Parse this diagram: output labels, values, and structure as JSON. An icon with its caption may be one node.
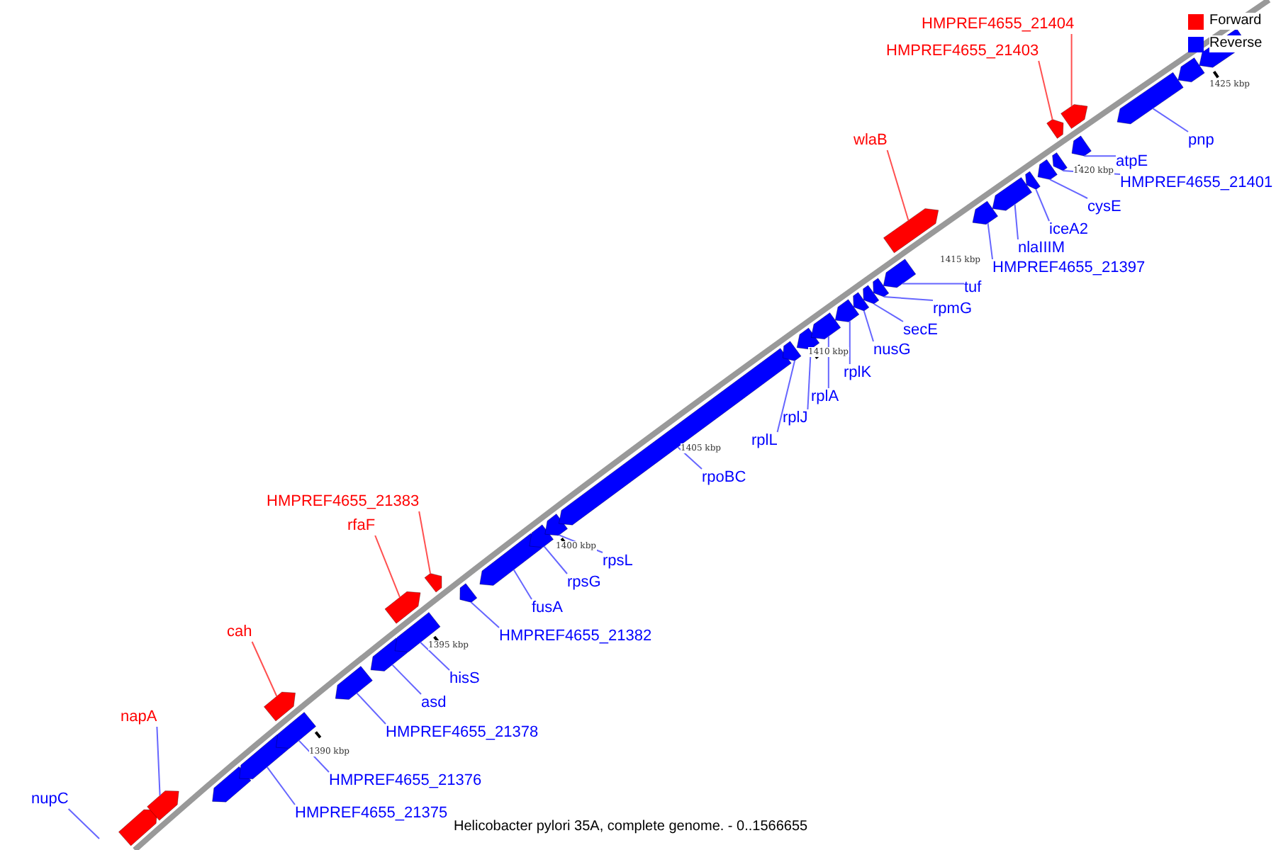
{
  "diagram": {
    "caption": "Helicobacter pylori 35A, complete genome. - 0..1566655",
    "nodes": [
      {
        "text": [
          "HMPREF4655_21404"
        ]
      },
      {
        "text": [
          "HMPREF4655_21403"
        ]
      },
      {
        "text": [
          "wlaB"
        ]
      },
      {
        "text": [
          "pnp"
        ]
      },
      {
        "text": [
          "atpE"
        ]
      },
      {
        "text": [
          "HMPREF4655_21401"
        ]
      },
      {
        "text": [
          "cysE"
        ]
      },
      {
        "text": [
          "iceA2"
        ]
      },
      {
        "text": [
          "nlaIIIM"
        ]
      },
      {
        "text": [
          "HMPREF4655_21397"
        ]
      },
      {
        "text": [
          "tuf"
        ]
      },
      {
        "text": [
          "rpmG"
        ]
      },
      {
        "text": [
          "secE"
        ]
      },
      {
        "text": [
          "nusG"
        ]
      },
      {
        "text": [
          "rplK"
        ]
      },
      {
        "text": [
          "rplA"
        ]
      },
      {
        "text": [
          "rplJ"
        ]
      },
      {
        "text": [
          "rplL"
        ]
      },
      {
        "text": [
          "rpoBC"
        ]
      },
      {
        "text": [
          "HMPREF4655_21383"
        ]
      },
      {
        "text": [
          "rfaF"
        ]
      },
      {
        "text": [
          "rpsL"
        ]
      },
      {
        "text": [
          "rpsG"
        ]
      },
      {
        "text": [
          "fusA"
        ]
      },
      {
        "text": [
          "HMPREF4655_21382"
        ]
      },
      {
        "text": [
          "cah"
        ]
      },
      {
        "text": [
          "hisS"
        ]
      },
      {
        "text": [
          "asd"
        ]
      },
      {
        "text": [
          "HMPREF4655_21378"
        ]
      },
      {
        "text": [
          "napA"
        ]
      },
      {
        "text": [
          "HMPREF4655_21376"
        ]
      },
      {
        "text": [
          "nupC"
        ]
      },
      {
        "text": [
          "HMPREF4655_21375"
        ]
      },
      {
        "text": [],
        "shape": "arrow"
      },
      {
        "text": [],
        "shape": "arrow"
      },
      {
        "text": [],
        "shape": "arrow"
      },
      {
        "text": [],
        "shape": "arrow"
      },
      {
        "text": [],
        "shape": "arrow"
      },
      {
        "text": [],
        "shape": "arrow"
      },
      {
        "text": [],
        "shape": "arrow"
      },
      {
        "text": [],
        "shape": "arrow"
      },
      {
        "text": [],
        "shape": "arrow"
      },
      {
        "text": [],
        "shape": "arrow"
      },
      {
        "text": [],
        "shape": "arrow"
      },
      {
        "text": [],
        "shape": "arrow"
      },
      {
        "text": [],
        "shape": "arrow"
      },
      {
        "text": [],
        "shape": "arrow"
      },
      {
        "text": [],
        "shape": "arrow"
      },
      {
        "text": [],
        "shape": "arrow"
      },
      {
        "text": [],
        "shape": "arrow"
      },
      {
        "text": [],
        "shape": "arrow"
      },
      {
        "text": [],
        "shape": "arrow"
      },
      {
        "text": [],
        "shape": "arrow"
      },
      {
        "text": [],
        "shape": "arrow"
      },
      {
        "text": [],
        "shape": "arrow"
      },
      {
        "text": [],
        "shape": "arrow"
      },
      {
        "text": [],
        "shape": "arrow"
      },
      {
        "text": [],
        "shape": "arrow"
      },
      {
        "text": [],
        "shape": "arrow"
      },
      {
        "text": [],
        "shape": "arrow"
      },
      {
        "text": [],
        "shape": "arrow"
      },
      {
        "text": [],
        "shape": "arrow"
      },
      {
        "text": [],
        "shape": "arrow"
      },
      {
        "text": [],
        "shape": "arrow"
      },
      {
        "text": [],
        "shape": "arrow"
      },
      {
        "text": [],
        "shape": "arrow"
      },
      {
        "text": [],
        "shape": "arrow"
      },
      {
        "text": [],
        "shape": "arrow"
      },
      {
        "text": [],
        "shape": "arrow"
      }
    ],
    "edges": [
      {
        "from": 0,
        "to": 65,
        "arrow": "none",
        "color": "#ff5050"
      },
      {
        "from": 1,
        "to": 63,
        "arrow": "none",
        "color": "#ff5050"
      },
      {
        "from": 2,
        "to": 57,
        "arrow": "none",
        "color": "#ff5050"
      },
      {
        "from": 3,
        "to": 66,
        "arrow": "none"
      },
      {
        "from": 4,
        "to": 64,
        "arrow": "none"
      },
      {
        "from": 5,
        "to": 62,
        "arrow": "none"
      },
      {
        "from": 6,
        "to": 61,
        "arrow": "none"
      },
      {
        "from": 7,
        "to": 60,
        "arrow": "none"
      },
      {
        "from": 8,
        "to": 59,
        "arrow": "none"
      },
      {
        "from": 9,
        "to": 58,
        "arrow": "none"
      },
      {
        "from": 10,
        "to": 56,
        "arrow": "none"
      },
      {
        "from": 11,
        "to": 55,
        "arrow": "none"
      },
      {
        "from": 12,
        "to": 54,
        "arrow": "none"
      },
      {
        "from": 13,
        "to": 53,
        "arrow": "none"
      },
      {
        "from": 14,
        "to": 52,
        "arrow": "none"
      },
      {
        "from": 15,
        "to": 51,
        "arrow": "none"
      },
      {
        "from": 16,
        "to": 50,
        "arrow": "none"
      },
      {
        "from": 17,
        "to": 49,
        "arrow": "none"
      },
      {
        "from": 18,
        "to": 48,
        "arrow": "none"
      },
      {
        "from": 19,
        "to": 43,
        "arrow": "none",
        "color": "#ff5050"
      },
      {
        "from": 20,
        "to": 42,
        "arrow": "none",
        "color": "#ff5050"
      },
      {
        "from": 21,
        "to": 47,
        "arrow": "none"
      },
      {
        "from": 22,
        "to": 46,
        "arrow": "none"
      },
      {
        "from": 23,
        "to": 45,
        "arrow": "none"
      },
      {
        "from": 24,
        "to": 44,
        "arrow": "none"
      },
      {
        "from": 25,
        "to": 38,
        "arrow": "none",
        "color": "#ff5050"
      },
      {
        "from": 26,
        "to": 41,
        "arrow": "none"
      },
      {
        "from": 27,
        "to": 40,
        "arrow": "none"
      },
      {
        "from": 28,
        "to": 39,
        "arrow": "none"
      },
      {
        "from": 29,
        "to": 34,
        "arrow": "none"
      },
      {
        "from": 30,
        "to": 37,
        "arrow": "none"
      },
      {
        "from": 31,
        "to": null,
        "arrow": "none"
      },
      {
        "from": 32,
        "to": 36,
        "arrow": "none"
      }
    ],
    "labels": [
      "1425 kbp",
      "1420 kbp",
      "1415 kbp",
      "1410 kbp",
      "1405 kbp",
      "1400 kbp",
      "1395 kbp",
      "1390 kbp"
    ],
    "legend": [
      {
        "text": "Forward",
        "color": "#ff0000"
      },
      {
        "text": "Reverse",
        "color": "#0000ff"
      }
    ]
  }
}
